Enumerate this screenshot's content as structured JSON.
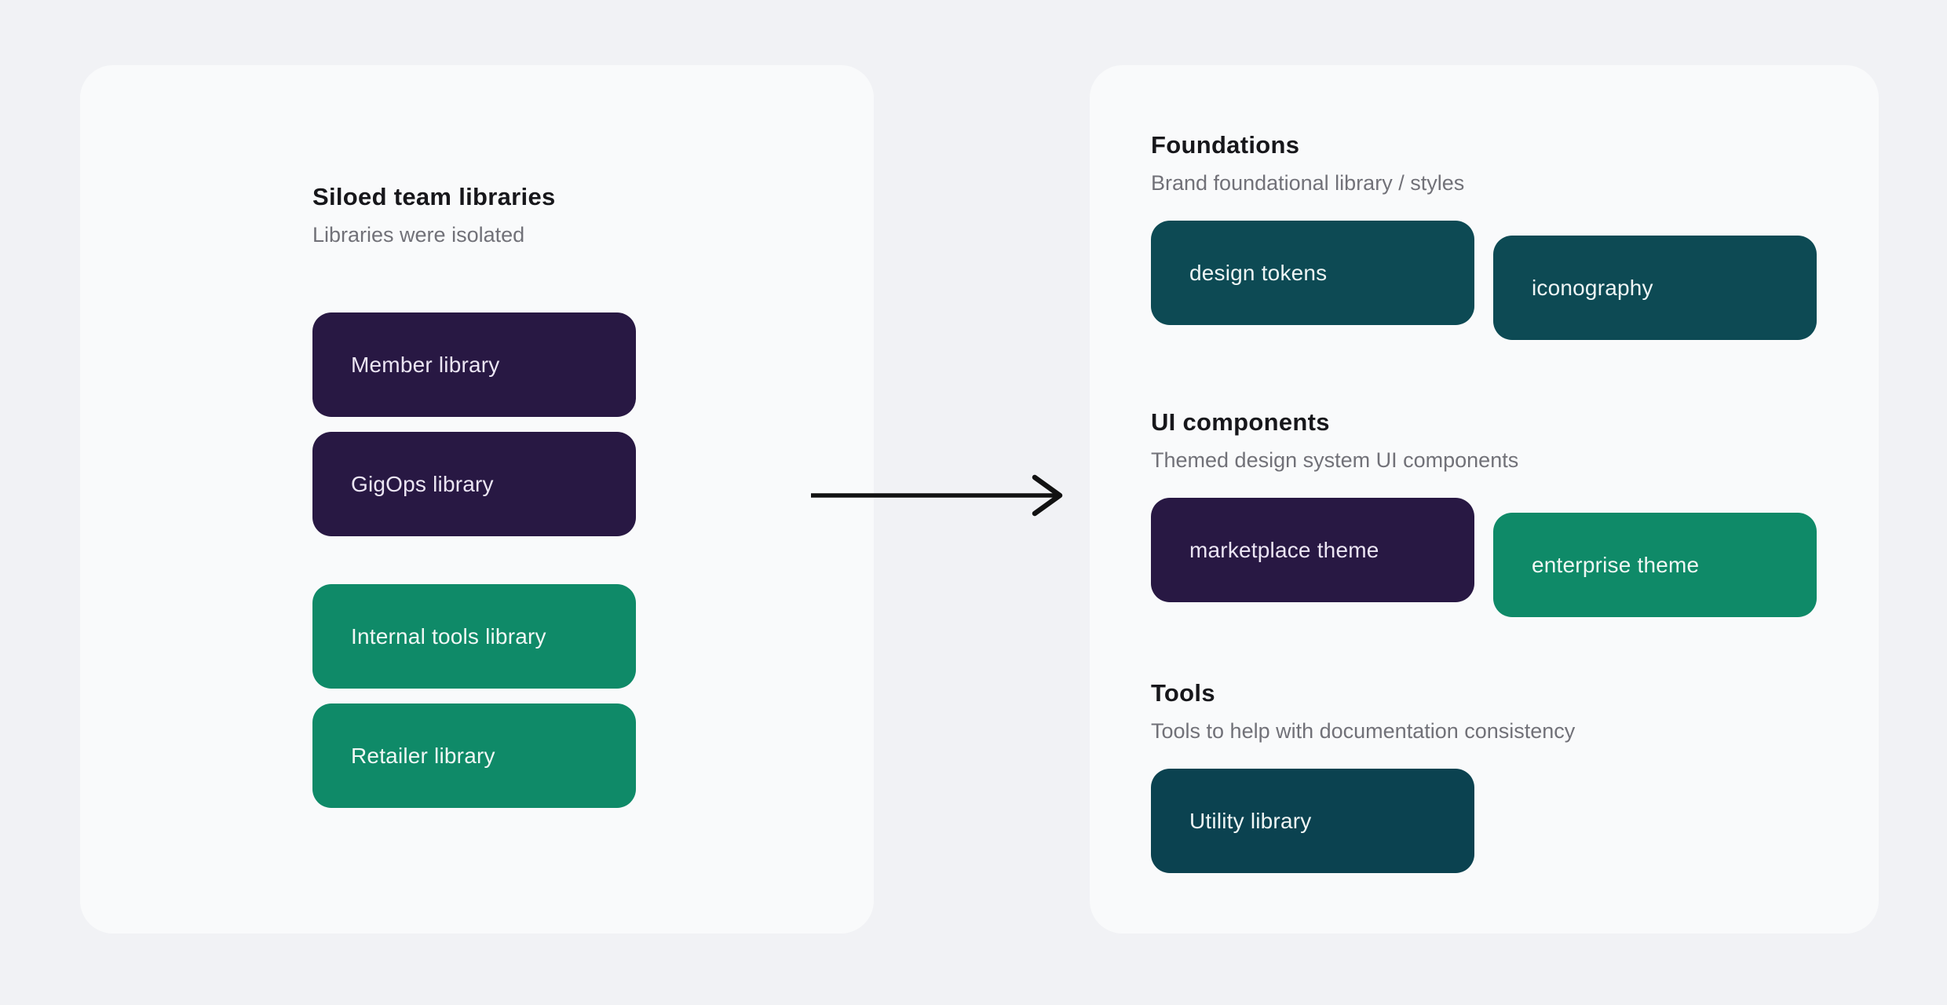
{
  "page": {
    "colors": {
      "background": "#f1f2f5",
      "card": "#f9fafb",
      "heading_text": "#17171b",
      "muted_text": "#717178",
      "arrow": "#121212",
      "purple": "#281843",
      "green": "#0f8a68",
      "teal": "#0d4a54",
      "teal_dark": "#0b4250"
    }
  },
  "left_panel": {
    "title": "Siloed team libraries",
    "subtitle": "Libraries were isolated",
    "groups": [
      {
        "items": [
          {
            "label": "Member library",
            "color": "#281843"
          },
          {
            "label": "GigOps library",
            "color": "#281843"
          }
        ]
      },
      {
        "items": [
          {
            "label": "Internal tools library",
            "color": "#0f8a68"
          },
          {
            "label": "Retailer library",
            "color": "#0f8a68"
          }
        ]
      }
    ]
  },
  "arrow": {
    "direction": "right"
  },
  "right_panel": {
    "sections": [
      {
        "title": "Foundations",
        "subtitle": "Brand foundational library / styles",
        "items": [
          {
            "label": "design tokens",
            "color": "#0d4a54"
          },
          {
            "label": "iconography",
            "color": "#0d4a54"
          }
        ]
      },
      {
        "title": "UI components",
        "subtitle": "Themed design system UI components",
        "items": [
          {
            "label": "marketplace theme",
            "color": "#281843"
          },
          {
            "label": "enterprise theme",
            "color": "#0f8a68"
          }
        ]
      },
      {
        "title": "Tools",
        "subtitle": "Tools to help with documentation consistency",
        "items": [
          {
            "label": "Utility library",
            "color": "#0b4250"
          }
        ]
      }
    ]
  }
}
